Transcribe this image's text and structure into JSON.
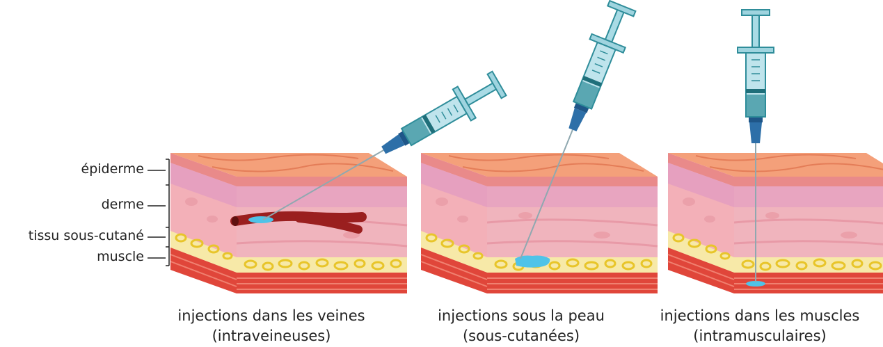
{
  "layers": {
    "epidermis": "épiderme",
    "dermis": "derme",
    "subcutaneous": "tissu sous-cutané",
    "muscle": "muscle"
  },
  "panels": [
    {
      "title": "injections dans les veines",
      "subtitle": "(intraveineuses)"
    },
    {
      "title": "injections sous la peau",
      "subtitle": "(sous-cutanées)"
    },
    {
      "title": "injections dans les muscles",
      "subtitle": "(intramusculaires)"
    }
  ],
  "colors": {
    "skin_top": "#f4a07a",
    "epidermis": "#e8a5b5",
    "dermis": "#f0b4bd",
    "fat": "#f7e9a8",
    "fat_cell": "#e8c52a",
    "muscle": "#e0463a",
    "vein": "#9a1f1f",
    "fluid": "#4fc3e8",
    "syringe_barrel": "#bfe4ec",
    "syringe_dark": "#2f8d9a",
    "needle_hub": "#2d6fa8"
  }
}
